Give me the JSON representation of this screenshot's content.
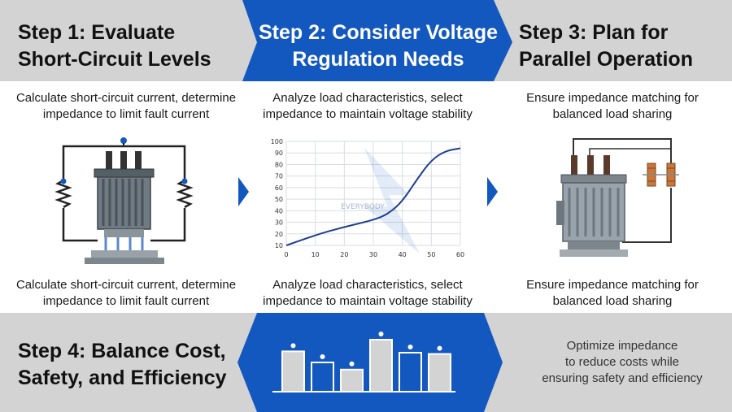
{
  "colors": {
    "blue": "#1358bf",
    "gray": "#d3d3d3",
    "navy": "#1f3f8f"
  },
  "steps": [
    {
      "title_line1": "Step 1: Evaluate",
      "title_line2": "Short-Circuit Levels",
      "desc_line1": "Calculate short-circuit current, determine",
      "desc_line2": "impedance to limit fault current",
      "icon": "transformer-with-resistors-icon"
    },
    {
      "title_line1": "Step 2: Consider Voltage",
      "title_line2": "Regulation Needs",
      "desc_line1": "Analyze load characteristics, select",
      "desc_line2": "impedance to maintain voltage stability",
      "icon": "voltage-curve-chart"
    },
    {
      "title_line1": "Step 3: Plan for",
      "title_line2": "Parallel Operation",
      "desc_line1": "Ensure impedance matching for",
      "desc_line2": "balanced load sharing",
      "icon": "transformer-with-bushings-icon"
    },
    {
      "title_line1": "Step 4: Balance Cost,",
      "title_line2": "Safety, and Efficiency",
      "desc_line1": "Optimize impedance",
      "desc_line2": "to reduce costs while",
      "desc_line3": "ensuring safety and efficiency",
      "icon": "bar-chart-icon"
    }
  ],
  "captions": {
    "left_line1": "Calculate short-circuit current, determine",
    "left_line2": "impedance to limit fault current",
    "center_line1": "Analyze load characteristics, select",
    "center_line2": "impedance to maintain voltage stability",
    "right_line1": "Ensure impedance matching for",
    "right_line2": "balanced load sharing"
  },
  "watermark": "EVERYBODY",
  "chart_data": {
    "type": "line",
    "x_ticks": [
      "0",
      "10",
      "20",
      "30",
      "40",
      "50",
      "60"
    ],
    "y_ticks": [
      "10",
      "20",
      "30",
      "40",
      "50",
      "60",
      "70",
      "80",
      "90",
      "100"
    ],
    "xlim": [
      0,
      60
    ],
    "ylim": [
      10,
      100
    ],
    "grid": true,
    "series": [
      {
        "x": [
          0,
          10,
          20,
          30,
          35,
          40,
          45,
          50,
          55,
          60
        ],
        "y": [
          10,
          19,
          26,
          32,
          37,
          48,
          67,
          84,
          92,
          94
        ]
      }
    ]
  },
  "bar_icon_values": [
    0.72,
    0.55,
    0.44,
    0.9,
    0.7,
    0.68
  ]
}
